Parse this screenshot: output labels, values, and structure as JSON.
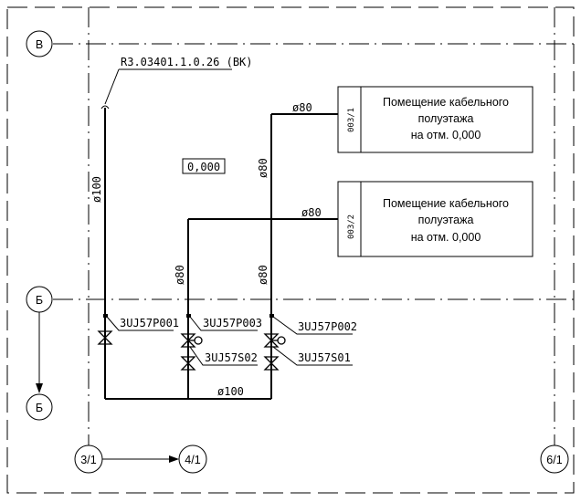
{
  "axes": {
    "row_top": "В",
    "row_mid": "Б",
    "row_section": "Б",
    "col_left": "3/1",
    "col_mid": "4/1",
    "col_right": "6/1"
  },
  "reference": "R3.03401.1.0.26 (BK)",
  "elevation_mark": "0,000",
  "pipes": {
    "left_dia": "ø100",
    "mid_dia": "ø80",
    "right_dia": "ø80",
    "right_upper_dia": "ø80",
    "top_branch_dia": "ø80",
    "mid_branch_dia": "ø80",
    "bottom_dia": "ø100"
  },
  "rooms": [
    {
      "code": "003/1",
      "line1": "Помещение кабельного",
      "line2": "полуэтажа",
      "line3": "на отм. 0,000"
    },
    {
      "code": "003/2",
      "line1": "Помещение кабельного",
      "line2": "полуэтажа",
      "line3": "на отм. 0,000"
    }
  ],
  "tags": {
    "p001": "3UJ57P001",
    "p003": "3UJ57P003",
    "p002": "3UJ57P002",
    "s02": "3UJ57S02",
    "s01": "3UJ57S01"
  }
}
